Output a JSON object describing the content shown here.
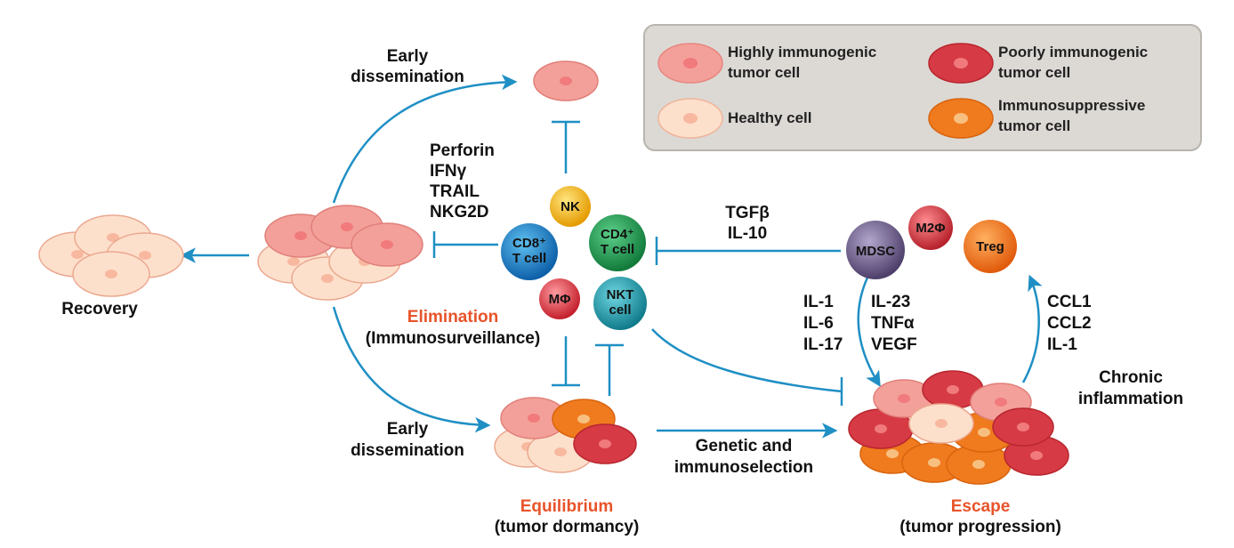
{
  "legend": {
    "items": [
      {
        "label_1": "Highly immunogenic",
        "label_2": "tumor cell",
        "color": "#f4a09a",
        "nucleus": "#f07a7c"
      },
      {
        "label_1": "Healthy cell",
        "label_2": "",
        "color": "#fde0cc",
        "nucleus": "#f8b8a0"
      },
      {
        "label_1": "Poorly immunogenic",
        "label_2": "tumor cell",
        "color": "#d63a45",
        "nucleus": "#f07a7c"
      },
      {
        "label_1": "Immunosuppressive",
        "label_2": "tumor cell",
        "color": "#f07b1e",
        "nucleus": "#f8c080"
      }
    ],
    "box_color": "#dcd9d5"
  },
  "labels": {
    "early_dissemination_top_1": "Early",
    "early_dissemination_top_2": "dissemination",
    "early_dissemination_bottom_1": "Early",
    "early_dissemination_bottom_2": "dissemination",
    "recovery": "Recovery",
    "effectors": [
      "Perforin",
      "IFNγ",
      "TRAIL",
      "NKG2D"
    ],
    "suppressors": [
      "TGFβ",
      "IL-10"
    ],
    "cytokines_left": [
      "IL-1",
      "IL-6",
      "IL-17"
    ],
    "cytokines_right": [
      "IL-23",
      "TNFα",
      "VEGF"
    ],
    "chemokines": [
      "CCL1",
      "CCL2",
      "IL-1"
    ],
    "chronic_1": "Chronic",
    "chronic_2": "inflammation",
    "genetic_1": "Genetic and",
    "genetic_2": "immunoselection"
  },
  "stages": {
    "elimination": "Elimination",
    "elimination_sub": "(Immunosurveillance)",
    "equilibrium": "Equilibrium",
    "equilibrium_sub": "(tumor dormancy)",
    "escape": "Escape",
    "escape_sub": "(tumor progression)"
  },
  "immune_cells": {
    "nk": "NK",
    "cd8_1": "CD8⁺",
    "cd8_2": "T cell",
    "cd4_1": "CD4⁺",
    "cd4_2": "T cell",
    "mphi": "MΦ",
    "nkt_1": "NKT",
    "nkt_2": "cell",
    "mdsc": "MDSC",
    "m2phi": "M2Φ",
    "treg": "Treg"
  },
  "colors": {
    "arrow": "#1f8fc4",
    "stage_text": "#e8532a",
    "nk": "#f5b800",
    "cd8": "#1b7fc8",
    "cd4": "#1f9a4e",
    "mphi": "#d9303c",
    "nkt": "#1a9fb0",
    "mdsc": "#6a5a86",
    "m2phi": "#c8303a",
    "treg": "#ee6a15"
  }
}
